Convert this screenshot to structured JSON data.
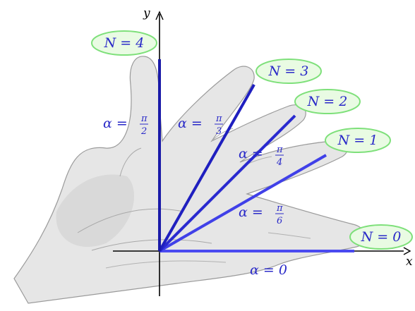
{
  "axes": {
    "x_label": "x",
    "y_label": "y"
  },
  "colors": {
    "hand_fill": "#e6e6e6",
    "hand_shade": "#cfcfcf",
    "hand_line": "#9a9a9a",
    "axis": "#000000",
    "ray_dark": "#1a1aa8",
    "ray_mid": "#2a2ad0",
    "ray_light": "#4a4af0",
    "label_text": "#2a2ac8",
    "ellipse_fill": "#e9fbe3",
    "ellipse_stroke": "#7ee07a"
  },
  "fingers": [
    {
      "id": "n0",
      "label": "N = 0"
    },
    {
      "id": "n1",
      "label": "N = 1"
    },
    {
      "id": "n2",
      "label": "N = 2"
    },
    {
      "id": "n3",
      "label": "N = 3"
    },
    {
      "id": "n4",
      "label": "N = 4"
    }
  ],
  "angles": [
    {
      "id": "a0",
      "alpha": "α = 0"
    },
    {
      "id": "a1",
      "alpha": "α =",
      "num": "π",
      "den": "6"
    },
    {
      "id": "a2",
      "alpha": "α =",
      "num": "π",
      "den": "4"
    },
    {
      "id": "a3",
      "alpha": "α =",
      "num": "π",
      "den": "3"
    },
    {
      "id": "a4",
      "alpha": "α =",
      "num": "π",
      "den": "2"
    }
  ]
}
